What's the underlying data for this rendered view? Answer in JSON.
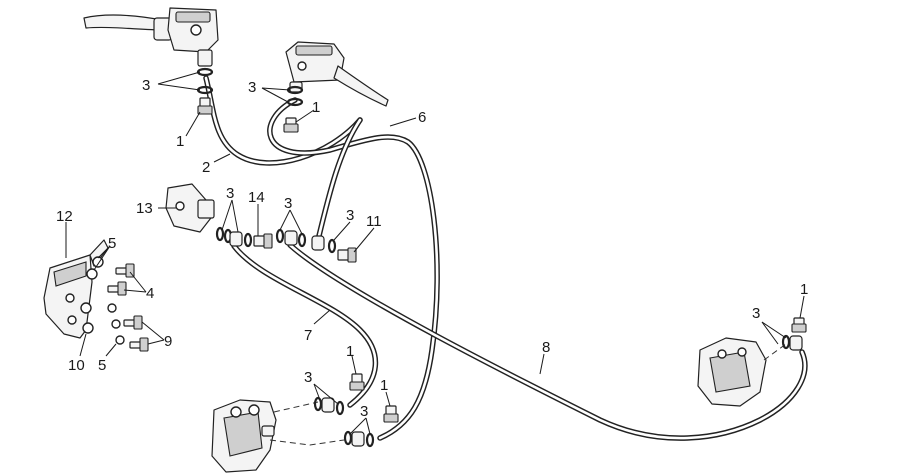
{
  "callouts": {
    "c1a": "1",
    "c1b": "1",
    "c1c": "1",
    "c1d": "1",
    "c1e": "1",
    "c2": "2",
    "c3a": "3",
    "c3b": "3",
    "c3c": "3",
    "c3d": "3",
    "c3e": "3",
    "c3f": "3",
    "c3g": "3",
    "c3h": "3",
    "c4": "4",
    "c5a": "5",
    "c5b": "5",
    "c6": "6",
    "c7": "7",
    "c8": "8",
    "c9": "9",
    "c10": "10",
    "c11": "11",
    "c12": "12",
    "c13": "13",
    "c14": "14"
  }
}
